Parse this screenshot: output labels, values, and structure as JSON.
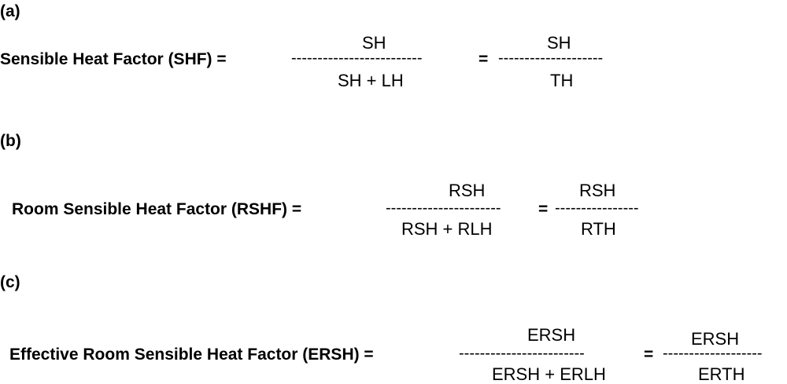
{
  "a": {
    "label": "(a)",
    "lhs": "Sensible Heat Factor (SHF) =",
    "frac1": {
      "num": "SH",
      "dashes": "-------------------------",
      "den": "SH + LH"
    },
    "eq2": "=",
    "frac2": {
      "num": "SH",
      "dashes": "--------------------",
      "den": "TH"
    }
  },
  "b": {
    "label": "(b)",
    "lhs": "Room Sensible Heat Factor (RSHF) =",
    "frac1": {
      "num": "RSH",
      "dashes": "----------------------",
      "den": "RSH + RLH"
    },
    "eq2": "=",
    "frac2": {
      "num": "RSH",
      "dashes": "----------------",
      "den": "RTH"
    }
  },
  "c": {
    "label": "(c)",
    "lhs": "Effective Room Sensible Heat Factor (ERSH) =",
    "frac1": {
      "num": "ERSH",
      "dashes": "------------------------",
      "den": "ERSH + ERLH"
    },
    "eq2": "=",
    "frac2": {
      "num": "ERSH",
      "dashes": "-------------------",
      "den": "ERTH"
    }
  }
}
